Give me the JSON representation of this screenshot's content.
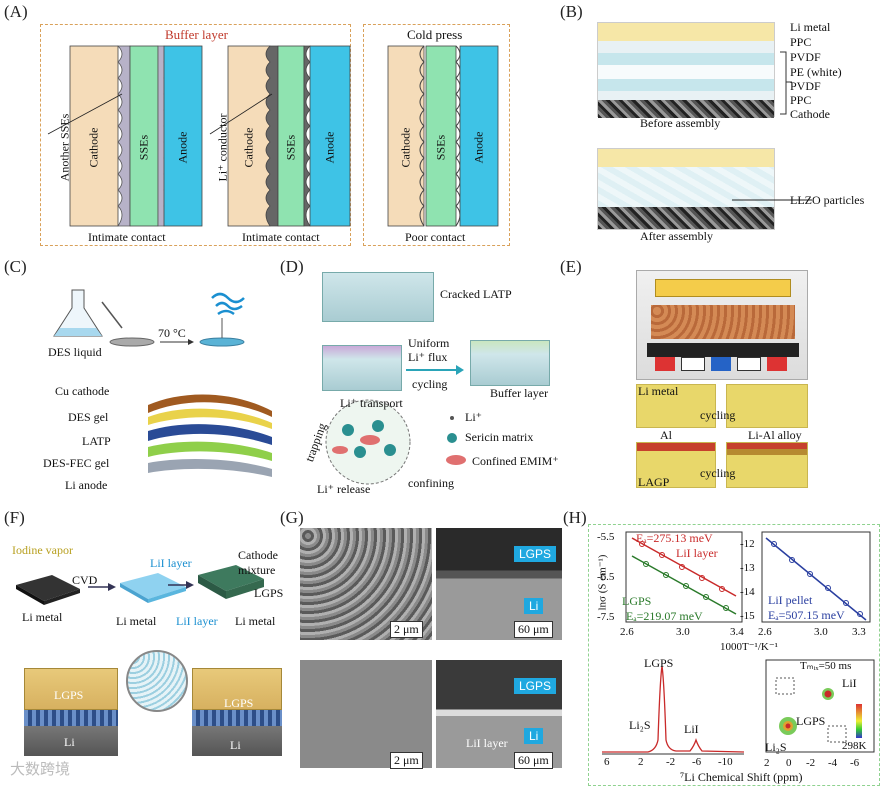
{
  "panelA": {
    "label": "(A)",
    "buffer_layer": "Buffer layer",
    "cold_press": "Cold press",
    "cathode": "Cathode",
    "sses": "SSEs",
    "anode": "Anode",
    "another_sses": "Another SSEs",
    "li_conductor": "Li⁺ conductor",
    "intimate_contact": "Intimate contact",
    "poor_contact": "Poor contact"
  },
  "panelB": {
    "label": "(B)",
    "layers": [
      "Li metal",
      "PPC",
      "PVDF",
      "PE (white)",
      "PVDF",
      "PPC",
      "Cathode"
    ],
    "before": "Before assembly",
    "after": "After assembly",
    "llzo": "LLZO particles"
  },
  "panelC": {
    "label": "(C)",
    "des_liquid": "DES liquid",
    "temp": "70 °C",
    "layers": [
      "Cu cathode",
      "DES gel",
      "LATP",
      "DES-FEC gel",
      "Li anode"
    ]
  },
  "panelD": {
    "label": "(D)",
    "cracked": "Cracked LATP",
    "uniform": "Uniform",
    "li_flux": "Li⁺ flux",
    "cycling": "cycling",
    "buffer": "Buffer layer",
    "transport": "Li⁺ transport",
    "trapping": "trapping",
    "release": "Li⁺ release",
    "confining": "confining",
    "legend_li": "Li⁺",
    "legend_sericin": "Sericin matrix",
    "legend_emim": "Confined EMIM⁺"
  },
  "panelE": {
    "label": "(E)",
    "li_metal": "Li metal",
    "cycling1": "cycling",
    "al": "Al",
    "alloy": "Li-Al alloy",
    "lagp": "LAGP",
    "cycling2": "cycling"
  },
  "panelF": {
    "label": "(F)",
    "iodine": "Iodine vapor",
    "cvd": "CVD",
    "lil_layer1": "LiI layer",
    "cathode_mixture": "Cathode mixture",
    "lgps": "LGPS",
    "li_metal1": "Li metal",
    "li_metal2": "Li metal",
    "lil_layer2": "LiI layer",
    "li_metal3": "Li metal",
    "lgps_block1": "LGPS",
    "li_block1": "Li",
    "lgps_block2": "LGPS",
    "li_block2": "Li"
  },
  "panelG": {
    "label": "(G)",
    "scale_top_left": "2 μm",
    "scale_top_right": "60 μm",
    "scale_bot_left": "2 μm",
    "scale_bot_right": "60 μm",
    "lgps_top": "LGPS",
    "li_top": "Li",
    "lgps_bot": "LGPS",
    "li_bot": "Li",
    "lil_layer": "LiI layer"
  },
  "panelH": {
    "label": "(H)",
    "ylabel": "lnσ (S cm⁻¹)",
    "xlabel": "1000T⁻¹/K⁻¹",
    "ea1": "Eₐ=275.13 meV",
    "lil_layer": "LiI layer",
    "lgps": "LGPS",
    "ea2": "Eₐ=219.07 meV",
    "lil_pellet": "LiI pellet",
    "ea3": "Eₐ=507.15 meV",
    "left_yticks": [
      "-5.5",
      "-6.5",
      "-7.5"
    ],
    "left_xticks": [
      "2.6",
      "3.0",
      "3.4"
    ],
    "right_yticks": [
      "-12",
      "-13",
      "-14",
      "-15"
    ],
    "right_xticks": [
      "2.6",
      "3.0",
      "3.3"
    ],
    "nmr_lgps": "LGPS",
    "nmr_li2s": "Li₂S",
    "nmr_lil": "LiI",
    "nmr_xticks": [
      "6",
      "2",
      "-2",
      "-6",
      "-10"
    ],
    "nmr_xticks2": [
      "2",
      "0",
      "-2",
      "-4",
      "-6"
    ],
    "nmr_xlabel": "⁷Li Chemical Shift (ppm)",
    "tmix": "Tₘᵢₓ=50 ms",
    "map_lil": "LiI",
    "map_lgps": "LGPS",
    "map_li2s": "Li₂S",
    "temp": "298K"
  },
  "watermark": "大数跨境",
  "colors": {
    "cathode": "#f5dcb9",
    "sses": "#8fe3b0",
    "anode": "#3ec3e6",
    "frame": "#d9a15a"
  }
}
